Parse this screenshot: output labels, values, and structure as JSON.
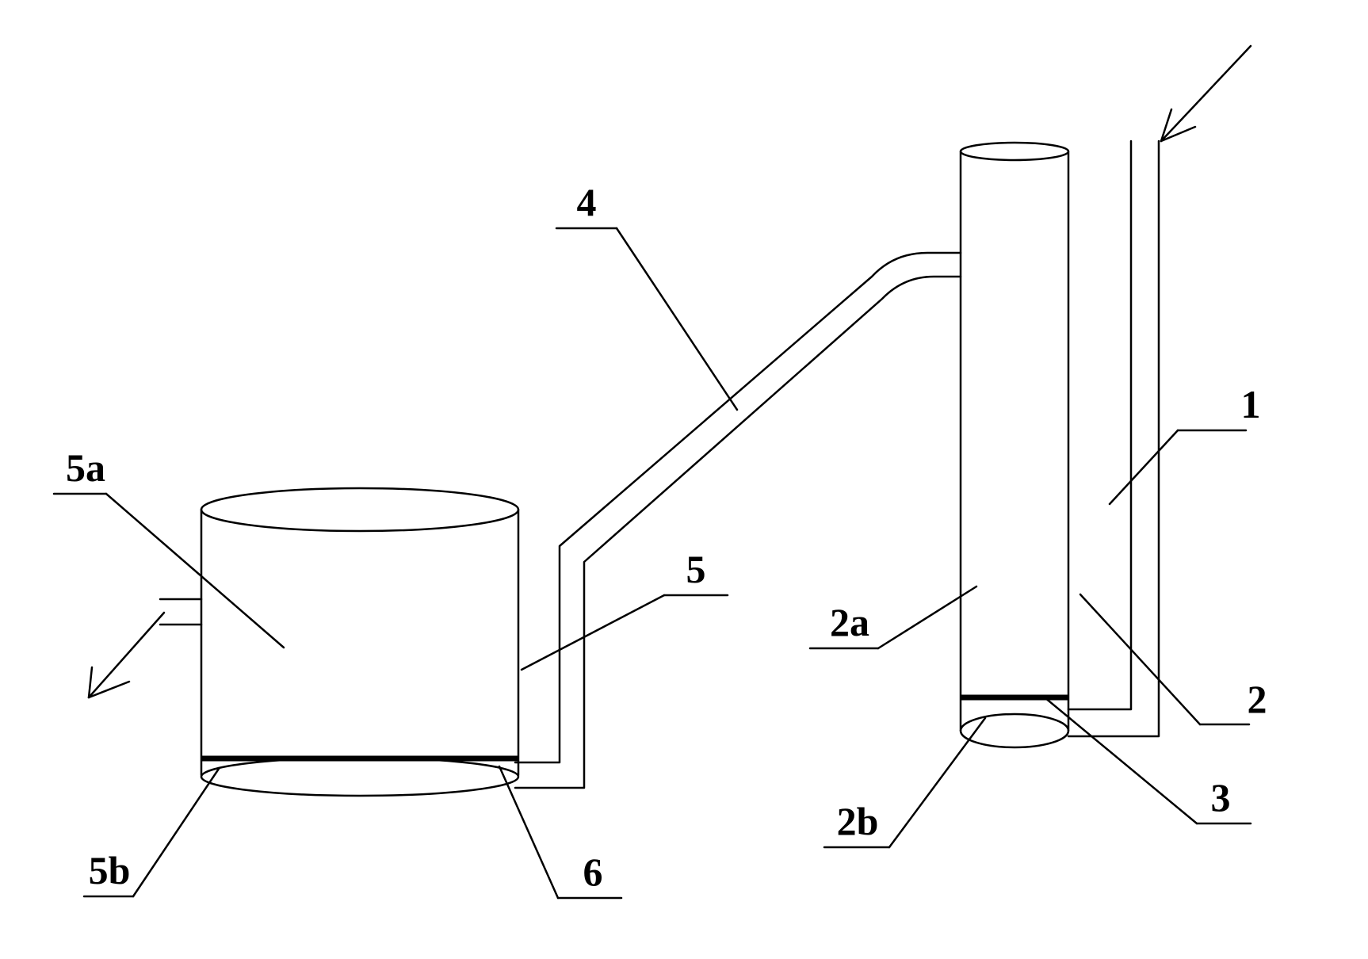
{
  "labels": {
    "l1": "1",
    "l2": "2",
    "l2a": "2a",
    "l2b": "2b",
    "l3": "3",
    "l4": "4",
    "l5": "5",
    "l5a": "5a",
    "l5b": "5b",
    "l6": "6"
  }
}
